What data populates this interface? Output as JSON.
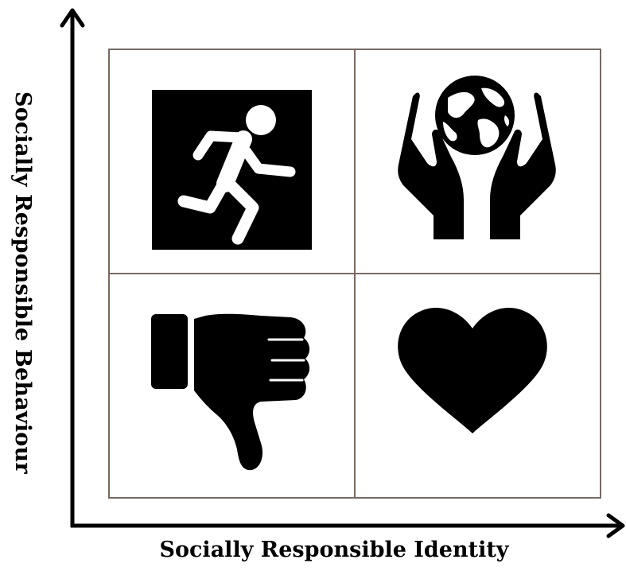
{
  "axes": {
    "x_label": "Socially Responsible Identity",
    "y_label": "Socially Responsible Behaviour"
  },
  "quadrants": [
    {
      "position": "top-left",
      "icon": "running-person-icon"
    },
    {
      "position": "top-right",
      "icon": "hands-holding-globe-icon"
    },
    {
      "position": "bottom-left",
      "icon": "thumbs-down-icon"
    },
    {
      "position": "bottom-right",
      "icon": "heart-icon"
    }
  ],
  "colors": {
    "grid_border": "#7a6a60",
    "icon": "#000000",
    "axis": "#000000"
  }
}
